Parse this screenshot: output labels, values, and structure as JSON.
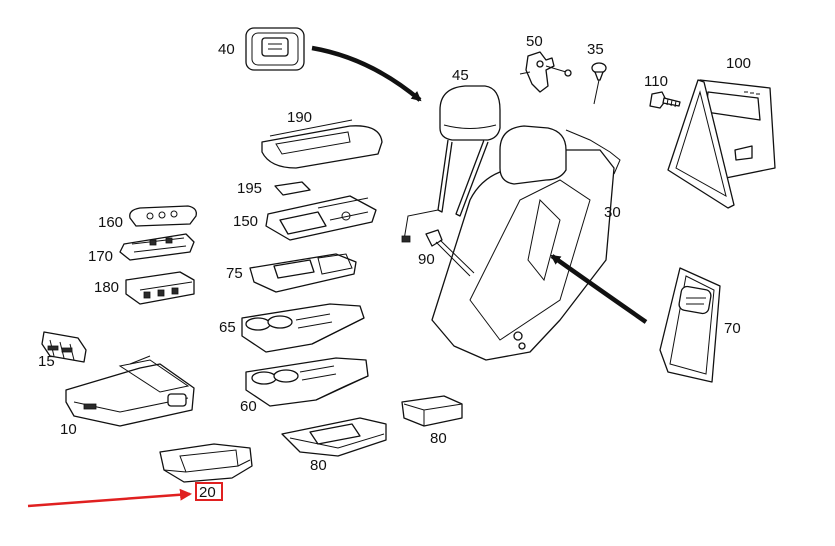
{
  "callouts": {
    "c40": "40",
    "c45": "45",
    "c50": "50",
    "c35": "35",
    "c110": "110",
    "c100": "100",
    "c190": "190",
    "c195": "195",
    "c160": "160",
    "c150": "150",
    "c170": "170",
    "c75": "75",
    "c180": "180",
    "c90": "90",
    "c30": "30",
    "c65": "65",
    "c70": "70",
    "c15": "15",
    "c60": "60",
    "c10": "10",
    "c80a": "80",
    "c80b": "80",
    "c20": "20"
  },
  "highlight": {
    "part": "20",
    "color": "#e02020"
  }
}
